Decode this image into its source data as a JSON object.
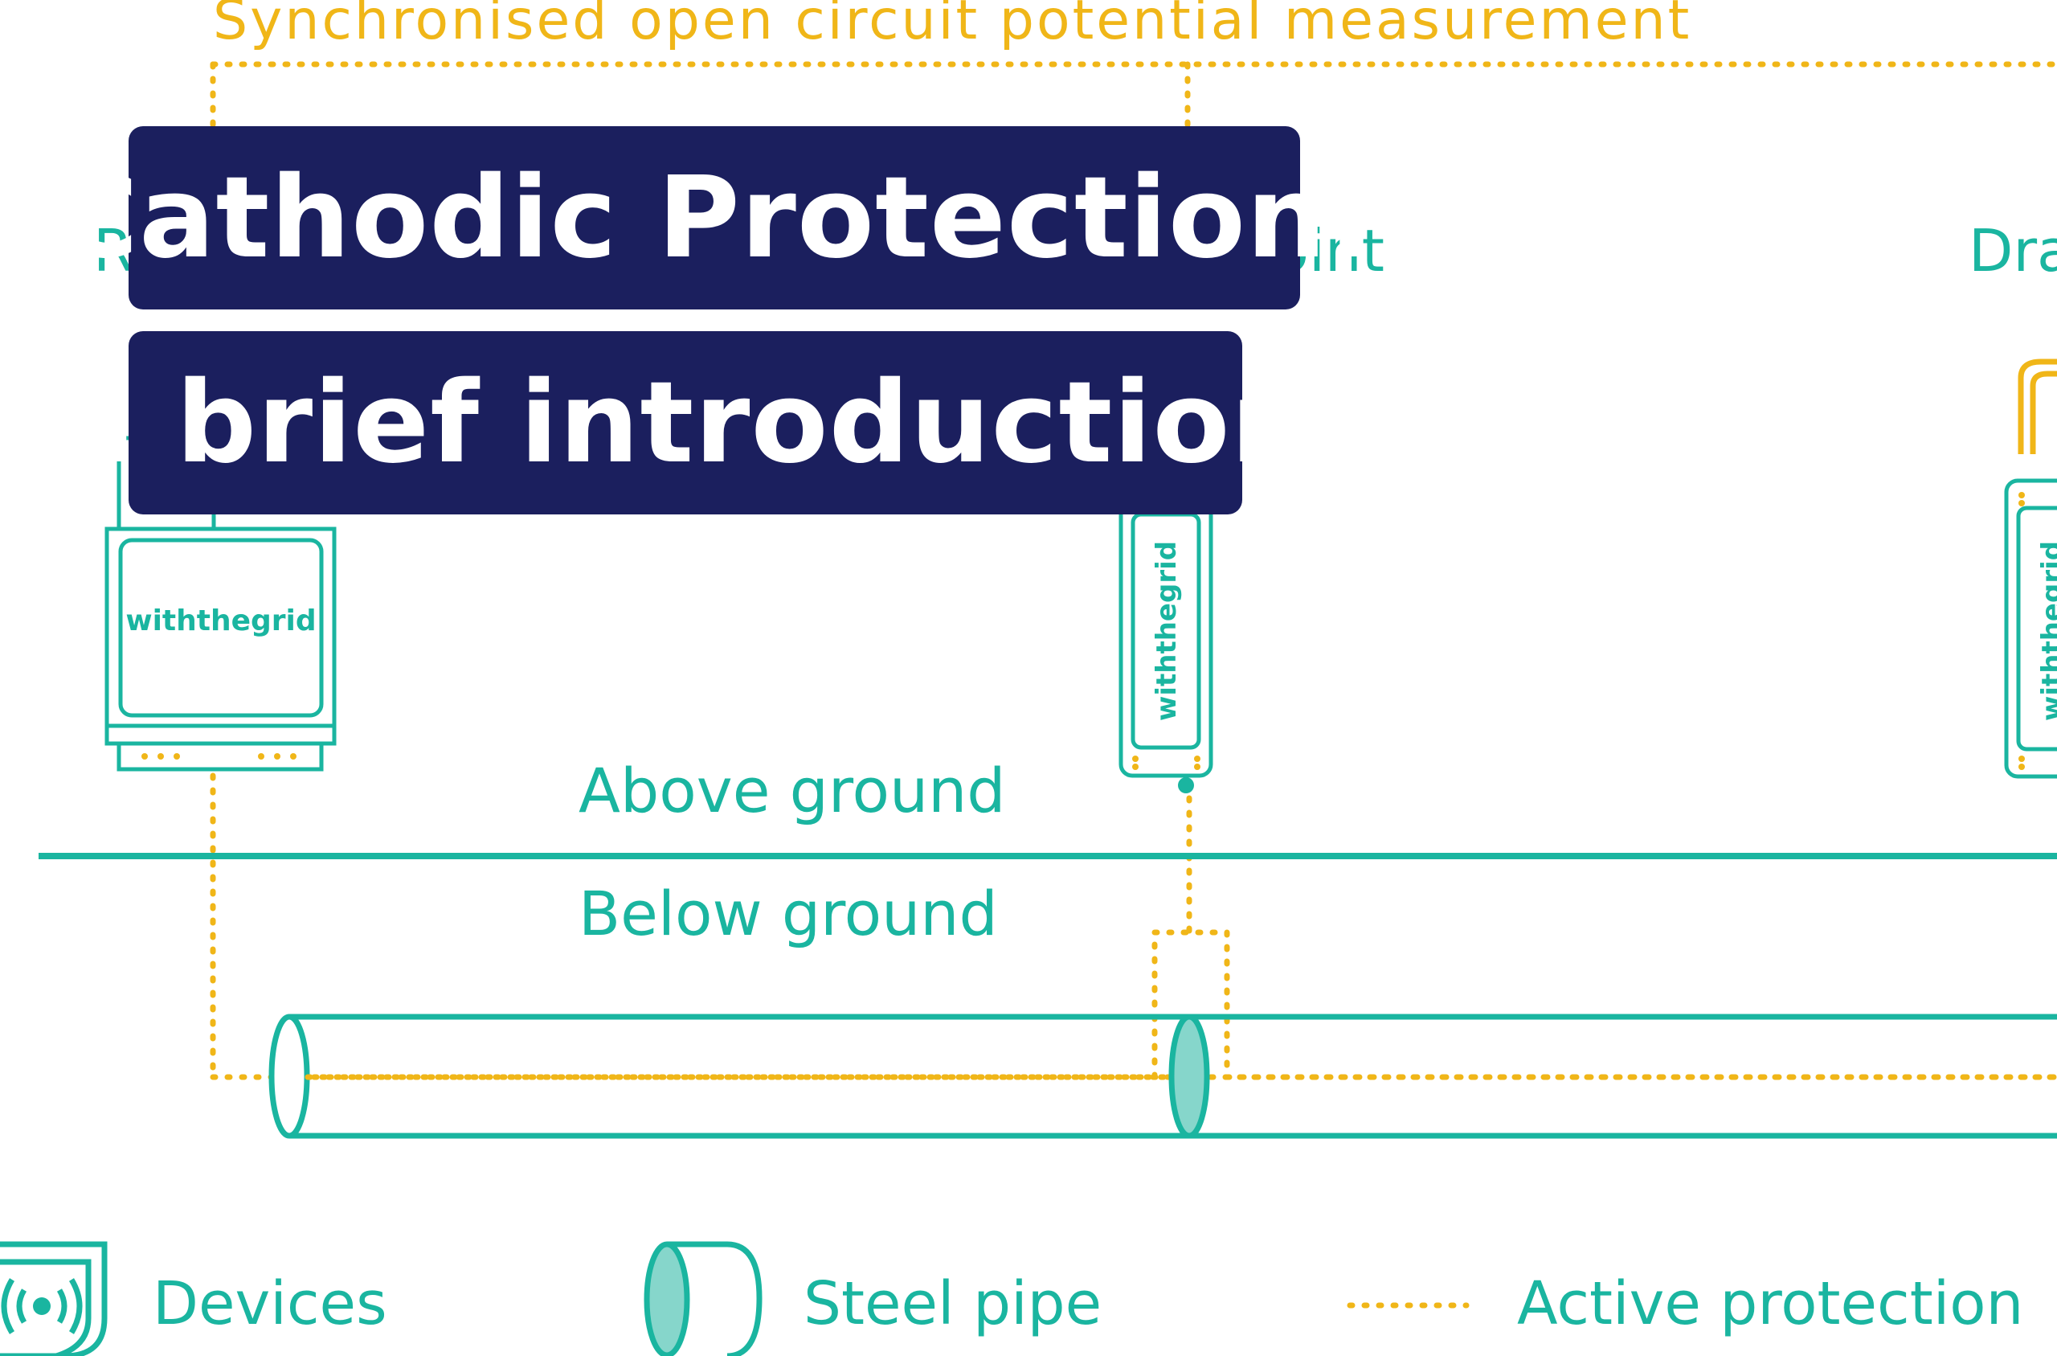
{
  "diagram": {
    "header_text": "Synchronised open circuit potential measurement",
    "left_column_label_fragment": "R",
    "middle_column_label_fragment": "oint",
    "right_column_label_fragment": "Dra",
    "above_ground": "Above ground",
    "below_ground": "Below ground",
    "device_brand": "withthegrid"
  },
  "title": {
    "line1": "Cathodic Protection:",
    "line2": "a brief introduction"
  },
  "legend": {
    "devices": "Devices",
    "steel_pipe": "Steel pipe",
    "active_protection": "Active protection"
  },
  "colors": {
    "teal": "#1ab5a0",
    "teal_fill": "#86d6cb",
    "yellow": "#f0b618",
    "navy": "#1b1f5e"
  }
}
